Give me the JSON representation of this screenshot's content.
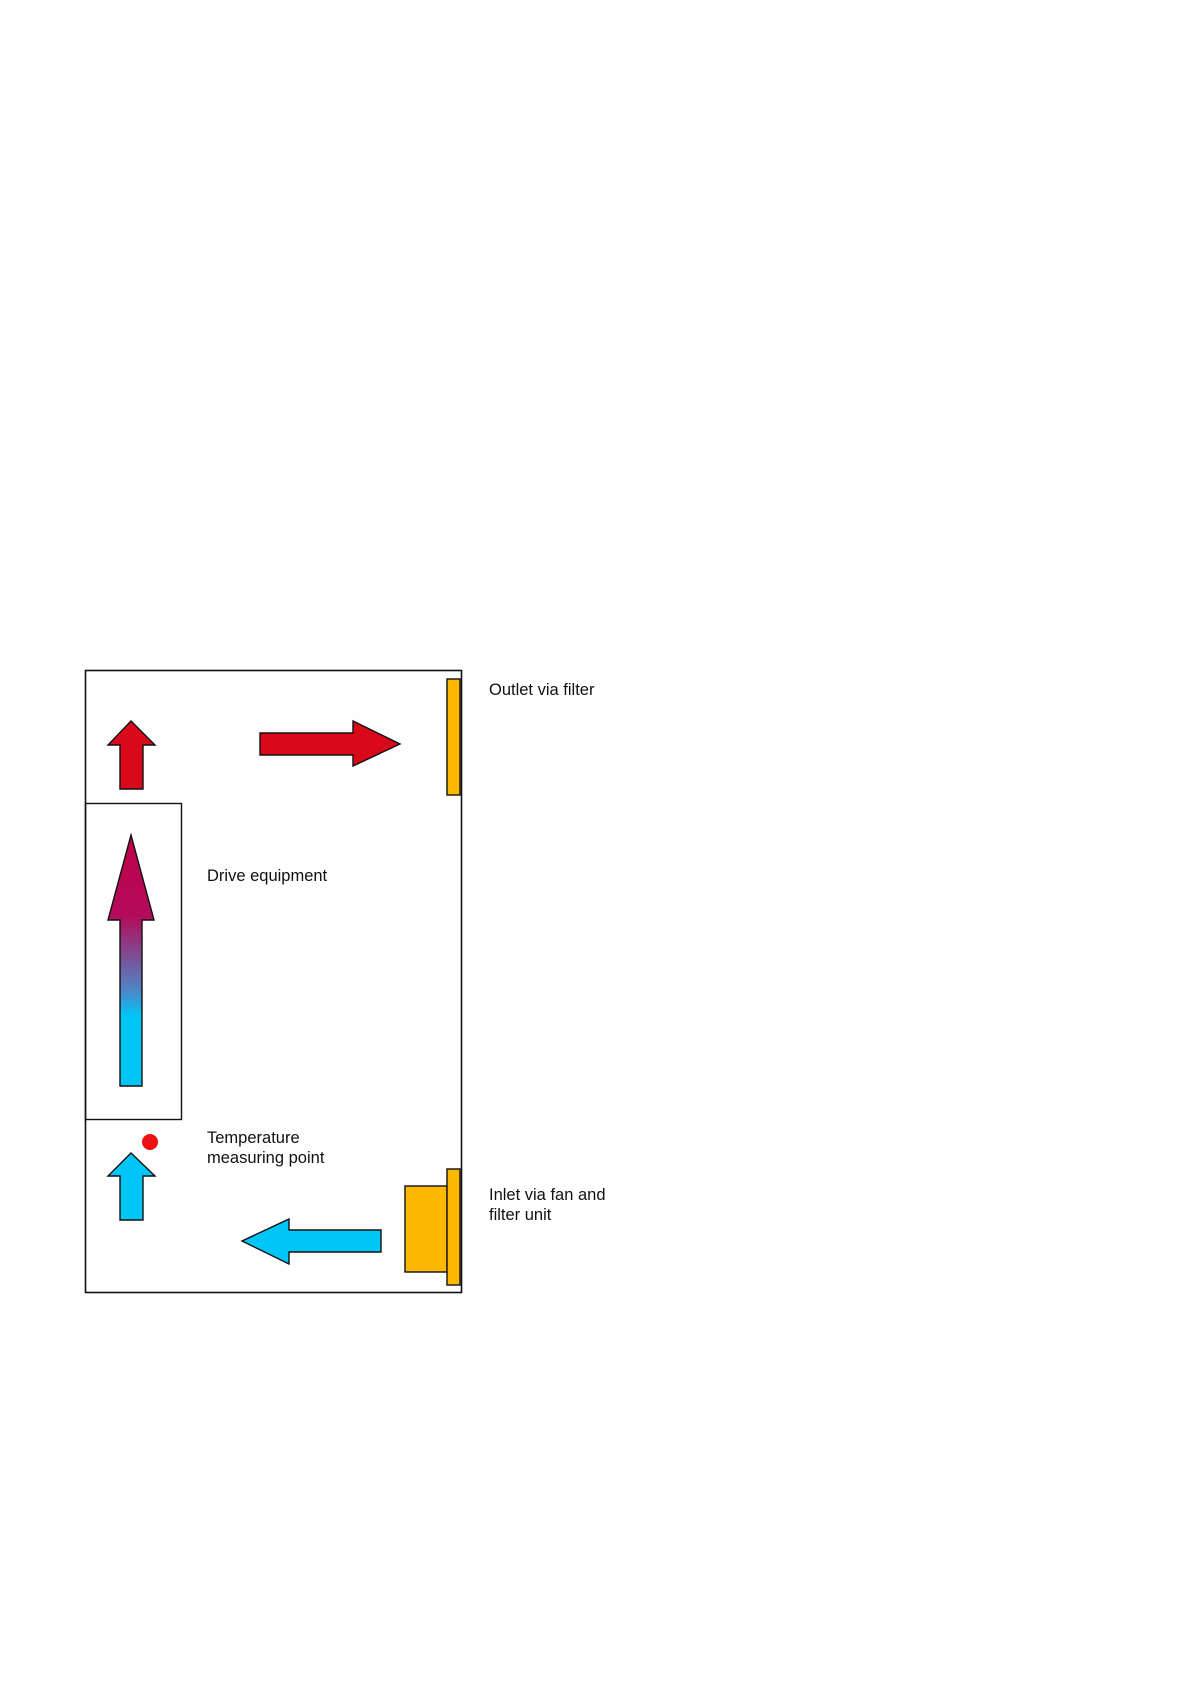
{
  "labels": {
    "outlet": "Outlet via filter",
    "drive_equipment": "Drive equipment",
    "temperature_line1": "Temperature",
    "temperature_line2": "measuring point",
    "inlet_line1": "Inlet via fan and",
    "inlet_line2": "filter unit"
  },
  "colors": {
    "hot_air": "#d9081b",
    "cool_air": "#00c5f7",
    "gradient_top": "#c0004a",
    "filter": "#fdb900",
    "temperature_point": "#ee1111",
    "outline": "#111111"
  },
  "icons": {
    "hot_air_arrow": "arrow-up-red",
    "exhaust_arrow": "arrow-right-red",
    "equipment_airflow_arrow": "arrow-up-gradient",
    "cool_air_arrow": "arrow-up-cyan",
    "inlet_arrow": "arrow-left-cyan",
    "temperature_point": "red-dot"
  }
}
